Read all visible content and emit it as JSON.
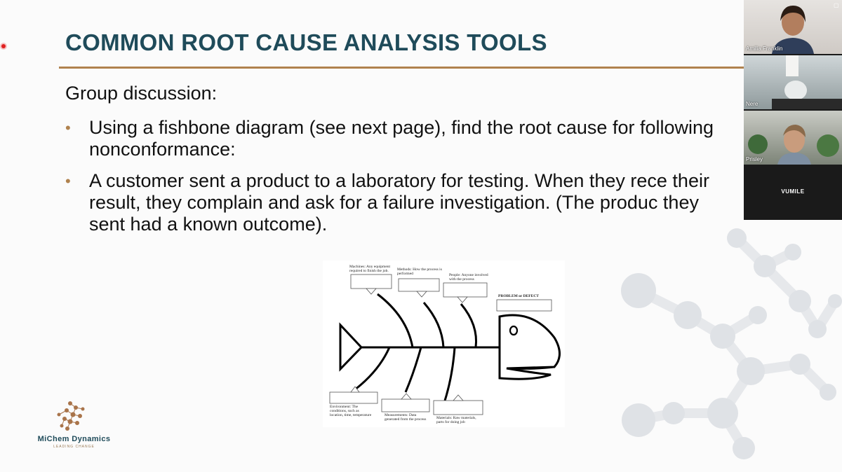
{
  "slide": {
    "title": "COMMON ROOT CAUSE ANALYSIS TOOLS",
    "lead": "Group discussion:",
    "bullets": [
      "Using a fishbone diagram (see next page), find the root cause for following nonconformance:",
      "A customer sent a product to a laboratory for testing.  When they rece their result, they complain and ask for a failure investigation. (The produc they sent had a known outcome)."
    ],
    "bullet_glyph": "•"
  },
  "fishbone": {
    "problem_label": "PROBLEM or DEFECT",
    "top_labels": [
      [
        "Machines: Any equipment",
        "required to finish the job."
      ],
      [
        "Methods: How the process is",
        "performed"
      ],
      [
        "People: Anyone involved",
        "with the process"
      ]
    ],
    "bottom_labels": [
      [
        "Environment: The",
        "conditions, such as",
        "location, time, temperature"
      ],
      [
        "Measurements: Data",
        "generated from the process"
      ],
      [
        "Materials: Raw materials,",
        "parts for doing job"
      ]
    ]
  },
  "logo": {
    "name": "MiChem Dynamics",
    "tagline": "LEADING CHANGE"
  },
  "participants": [
    {
      "name": "Amilia Franklin"
    },
    {
      "name": "Nere"
    },
    {
      "name": "Prisley"
    },
    {
      "name": "VUMILE"
    }
  ],
  "colors": {
    "title": "#1f4b5a",
    "accent": "#b0824e",
    "molecule": "#dfe2e6"
  }
}
